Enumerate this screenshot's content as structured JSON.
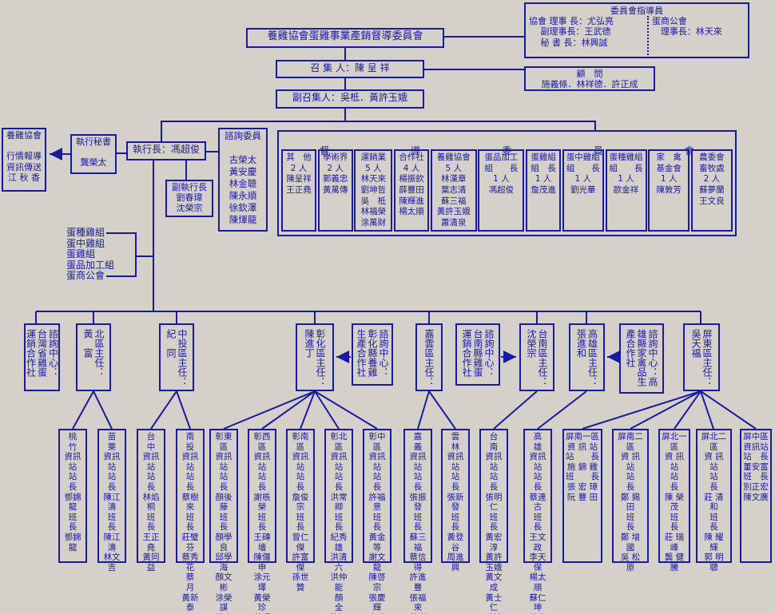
{
  "colors": {
    "ink": "#1a1aa0",
    "bg": "#d5d1ca"
  },
  "top": {
    "title": "養雞協會蛋雞事業產銷督導委員會",
    "instructors": {
      "title": "委員會指導員",
      "left": "協會 理事 長：尤弘亮\n　 副理事長：王武德\n　 秘 書 長：林興誠",
      "right": "蛋商公會\n　理事長：林天來"
    },
    "consultants": "顧　問\n施義條．林祥德．許正成",
    "convener": "召 集 人：陳 呈 祥",
    "deputy_convener": "副召集人：吳柢．黃許玉娥"
  },
  "exec": {
    "market_info": "養雞協會\n\n行情報導\n資訊傳送\n江 秋 香",
    "exec_secretary": "執行秘書\n\n龔榮太",
    "exec_director": "執行長：馮超俊",
    "deputy_exec": "副執行長\n劉春瑋\n沈榮宗",
    "advisory": "諮詢委員\n\n古榮太\n黃安慶\n林金聰\n陳永順\n徐欽澤\n陳煇龍"
  },
  "groups_list": "蛋種雞組\n蛋中雞組\n蛋雞組\n蛋品加工組\n蛋商公會",
  "committee": {
    "header_chars": [
      "督",
      "導",
      "委",
      "員",
      "會"
    ],
    "columns": [
      "其　他\n2 人\n陳呈祥\n王正堯",
      "學術界\n2 人\n郭義忠\n黃萬傳",
      "運銷業\n5 人\n林天來\n劉坤哲\n吳　柢\n林福榮\n涂萬財",
      "合作社\n4 人\n楊振欽\n薛豐田\n陳輝進\n楊太順",
      "養雞協會\n5 人\n林漢章\n葉志清\n蘇三福\n黃許玉娥\n蕭清泉",
      "蛋品加工\n組　　長\n1 人\n馮超俊",
      "蛋雞組\n組　長\n1 人\n詹茂進",
      "蛋中雞組\n組　　長\n1 人\n劉光華",
      "蛋種雞組\n組　　長\n1 人\n歐金祥",
      "家　禽\n基金會\n1 人\n陳敦芳",
      "農委會\n畜牧處\n2 人\n蘇夢蘭\n王文良"
    ]
  },
  "regions": [
    "諮詢中心：\n台灣省雞蛋\n運銷合作社",
    "北區主任：\n黃　富",
    "中投區主任：\n紀　同",
    "彰化區主任：\n陳進丁",
    "諮詢中心：\n彰化縣養雞\n生產合作社",
    "嘉雲區主任：",
    "諮詢中心：\n台南縣雞蛋\n運銷合作社",
    "台南區主任：\n沈榮宗",
    "高雄區主任：\n張進和",
    "諮詢中心：高\n雄縣家禽品生\n產合作社",
    "屏東區主任：\n吳天福"
  ],
  "stations": [
    "桃　竹\n資訊站\n站　長\n鄧錦龍\n班　長\n鄧錦龍",
    "苗　栗\n資訊站\n站　長\n陳江濤\n班　長\n陳江濤\n林文吉",
    "台　中\n資訊站\n站　長\n林焰桐\n班　長\n王正堯\n黃同益",
    "南　投\n資訊站\n站　長\n蔡樹來\n班　長\n莊璧芬\n蔡秀花\n蔡　月\n黃新泰",
    "彰東區\n資訊站\n站　長\n顏後藤\n班　長\n顏學良\n邱學海\n顏文彬\n涂榮謀\n顏水盆\n童煙杰\n邱石崇\n溫傳增",
    "彰西區\n資訊站\n站　長\n謝棖榮\n班　長\n王磚墻\n陳儸申\n涂元墿\n黃榮珍\n蘇輝煜\n洪金鐘\n謝仁欽",
    "彰南區\n資訊站\n站　長\n詹俊宗\n班　長\n曾仁傑\n許富傑\n孫世贊",
    "彰北區\n資訊站\n站　長\n洪常卿\n班　長\n紀秀雄\n洪清六\n洪仲能\n顏　全\n施江部\n謝金能",
    "彰中區\n資訊站\n站　長\n許福意\n班　長\n黃金等\n謝文龍\n陳啓宗\n張慶輝\n李遠昌",
    "嘉　義\n資訊站\n站　長\n張振發\n班　長\n蘇三福\n蔡信得\n許進豐\n張福來\n林崇習",
    "雲　林\n資訊站\n站　長\n張新發\n班　長\n黃登谷\n周進興",
    "台　南\n資訊站\n站　長\n張明仁\n班　長\n黃宏淳\n黃許玉娥\n黃文成\n黃士仁\n吳清銘\n楊士岳\n曾聰富",
    "高　雄\n資訊站\n站　長\n蔡連古\n班　長\n王文政\n李天保\n楊太順\n蘇仁坤\n葉志清",
    "屏南一區\n資 訊 站\n站　　長\n施 錦 雞\n班　　長\n張 宏 璋\n阮 豐 田",
    "屏南二區\n資 訊 站\n站　　長\n鄭 錫 田\n班　　長\n鄭 增 國\n吳 松 原",
    "屏北一區\n資 訊 站\n站　　長\n陳 榮 茂\n班　　長\n莊 瑞 峰\n龔 健 騰",
    "屏北二區\n資 訊 站\n站　　長\n莊 清 和\n班　　長\n陳 耀 輝\n郭 明 聰",
    "屏中區\n資訊站\n站　長\n董安富\n班　長\n別正宏\n陳文廣"
  ]
}
